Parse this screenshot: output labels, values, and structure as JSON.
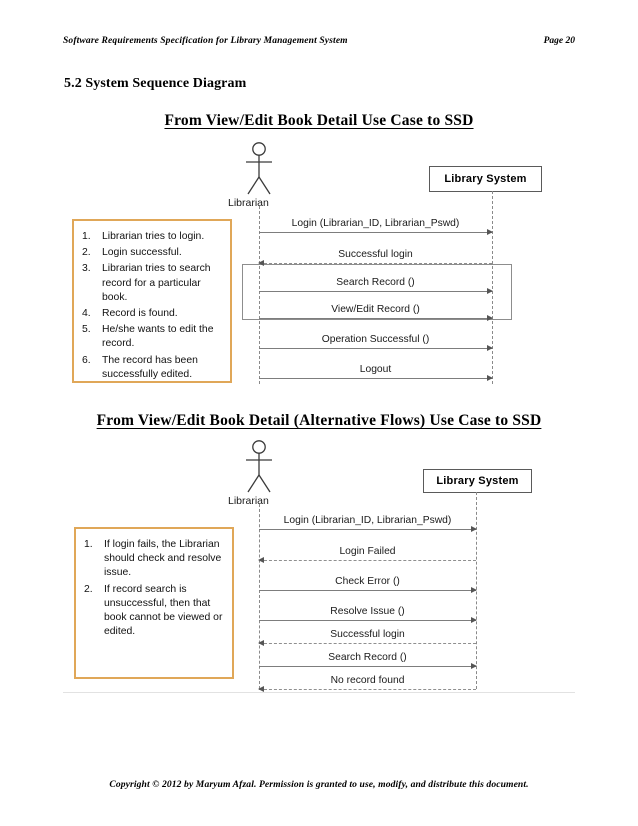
{
  "header": {
    "left": "Software Requirements Specification for Library Management System",
    "right": "Page 20"
  },
  "section": {
    "heading": "5.2  System Sequence Diagram"
  },
  "colors": {
    "note_border": "#E0A758",
    "line": "#7d7d7d",
    "lifeline": "#8a8a8a",
    "box_border": "#5a5a5a"
  },
  "diagrams": [
    {
      "title": "From View/Edit Book Detail Use Case to SSD",
      "actor": {
        "label": "Librarian",
        "icon": "stick-figure-actor-icon"
      },
      "system": {
        "label": "Library System"
      },
      "messages": [
        {
          "label": "Login (Librarian_ID, Librarian_Pswd)",
          "kind": "request"
        },
        {
          "label": "Successful login",
          "kind": "return"
        },
        {
          "label": "Search Record ()",
          "kind": "request"
        },
        {
          "label": "View/Edit Record ()",
          "kind": "request"
        },
        {
          "label": "Operation Successful ()",
          "kind": "request"
        },
        {
          "label": "Logout",
          "kind": "request"
        }
      ],
      "note": {
        "items": [
          "Librarian tries to login.",
          "Login successful.",
          "Librarian tries to search record for a particular book.",
          "Record is found.",
          "He/she wants to edit the record.",
          "The record has been successfully edited."
        ]
      }
    },
    {
      "title": "From View/Edit Book Detail (Alternative Flows) Use Case to SSD",
      "actor": {
        "label": "Librarian",
        "icon": "stick-figure-actor-icon"
      },
      "system": {
        "label": "Library System"
      },
      "messages": [
        {
          "label": "Login (Librarian_ID, Librarian_Pswd)",
          "kind": "request"
        },
        {
          "label": "Login Failed",
          "kind": "return"
        },
        {
          "label": "Check Error ()",
          "kind": "request"
        },
        {
          "label": "Resolve Issue ()",
          "kind": "request"
        },
        {
          "label": "Successful login",
          "kind": "return"
        },
        {
          "label": "Search Record ()",
          "kind": "request"
        },
        {
          "label": "No record found",
          "kind": "return"
        }
      ],
      "note": {
        "items": [
          "If login fails, the Librarian should check and resolve issue.",
          "If  record search is unsuccessful, then that book cannot be viewed or edited."
        ]
      }
    }
  ],
  "footer": {
    "copyright": "Copyright ©  2012 by Maryum Afzal. Permission is granted to use, modify, and distribute this document."
  }
}
